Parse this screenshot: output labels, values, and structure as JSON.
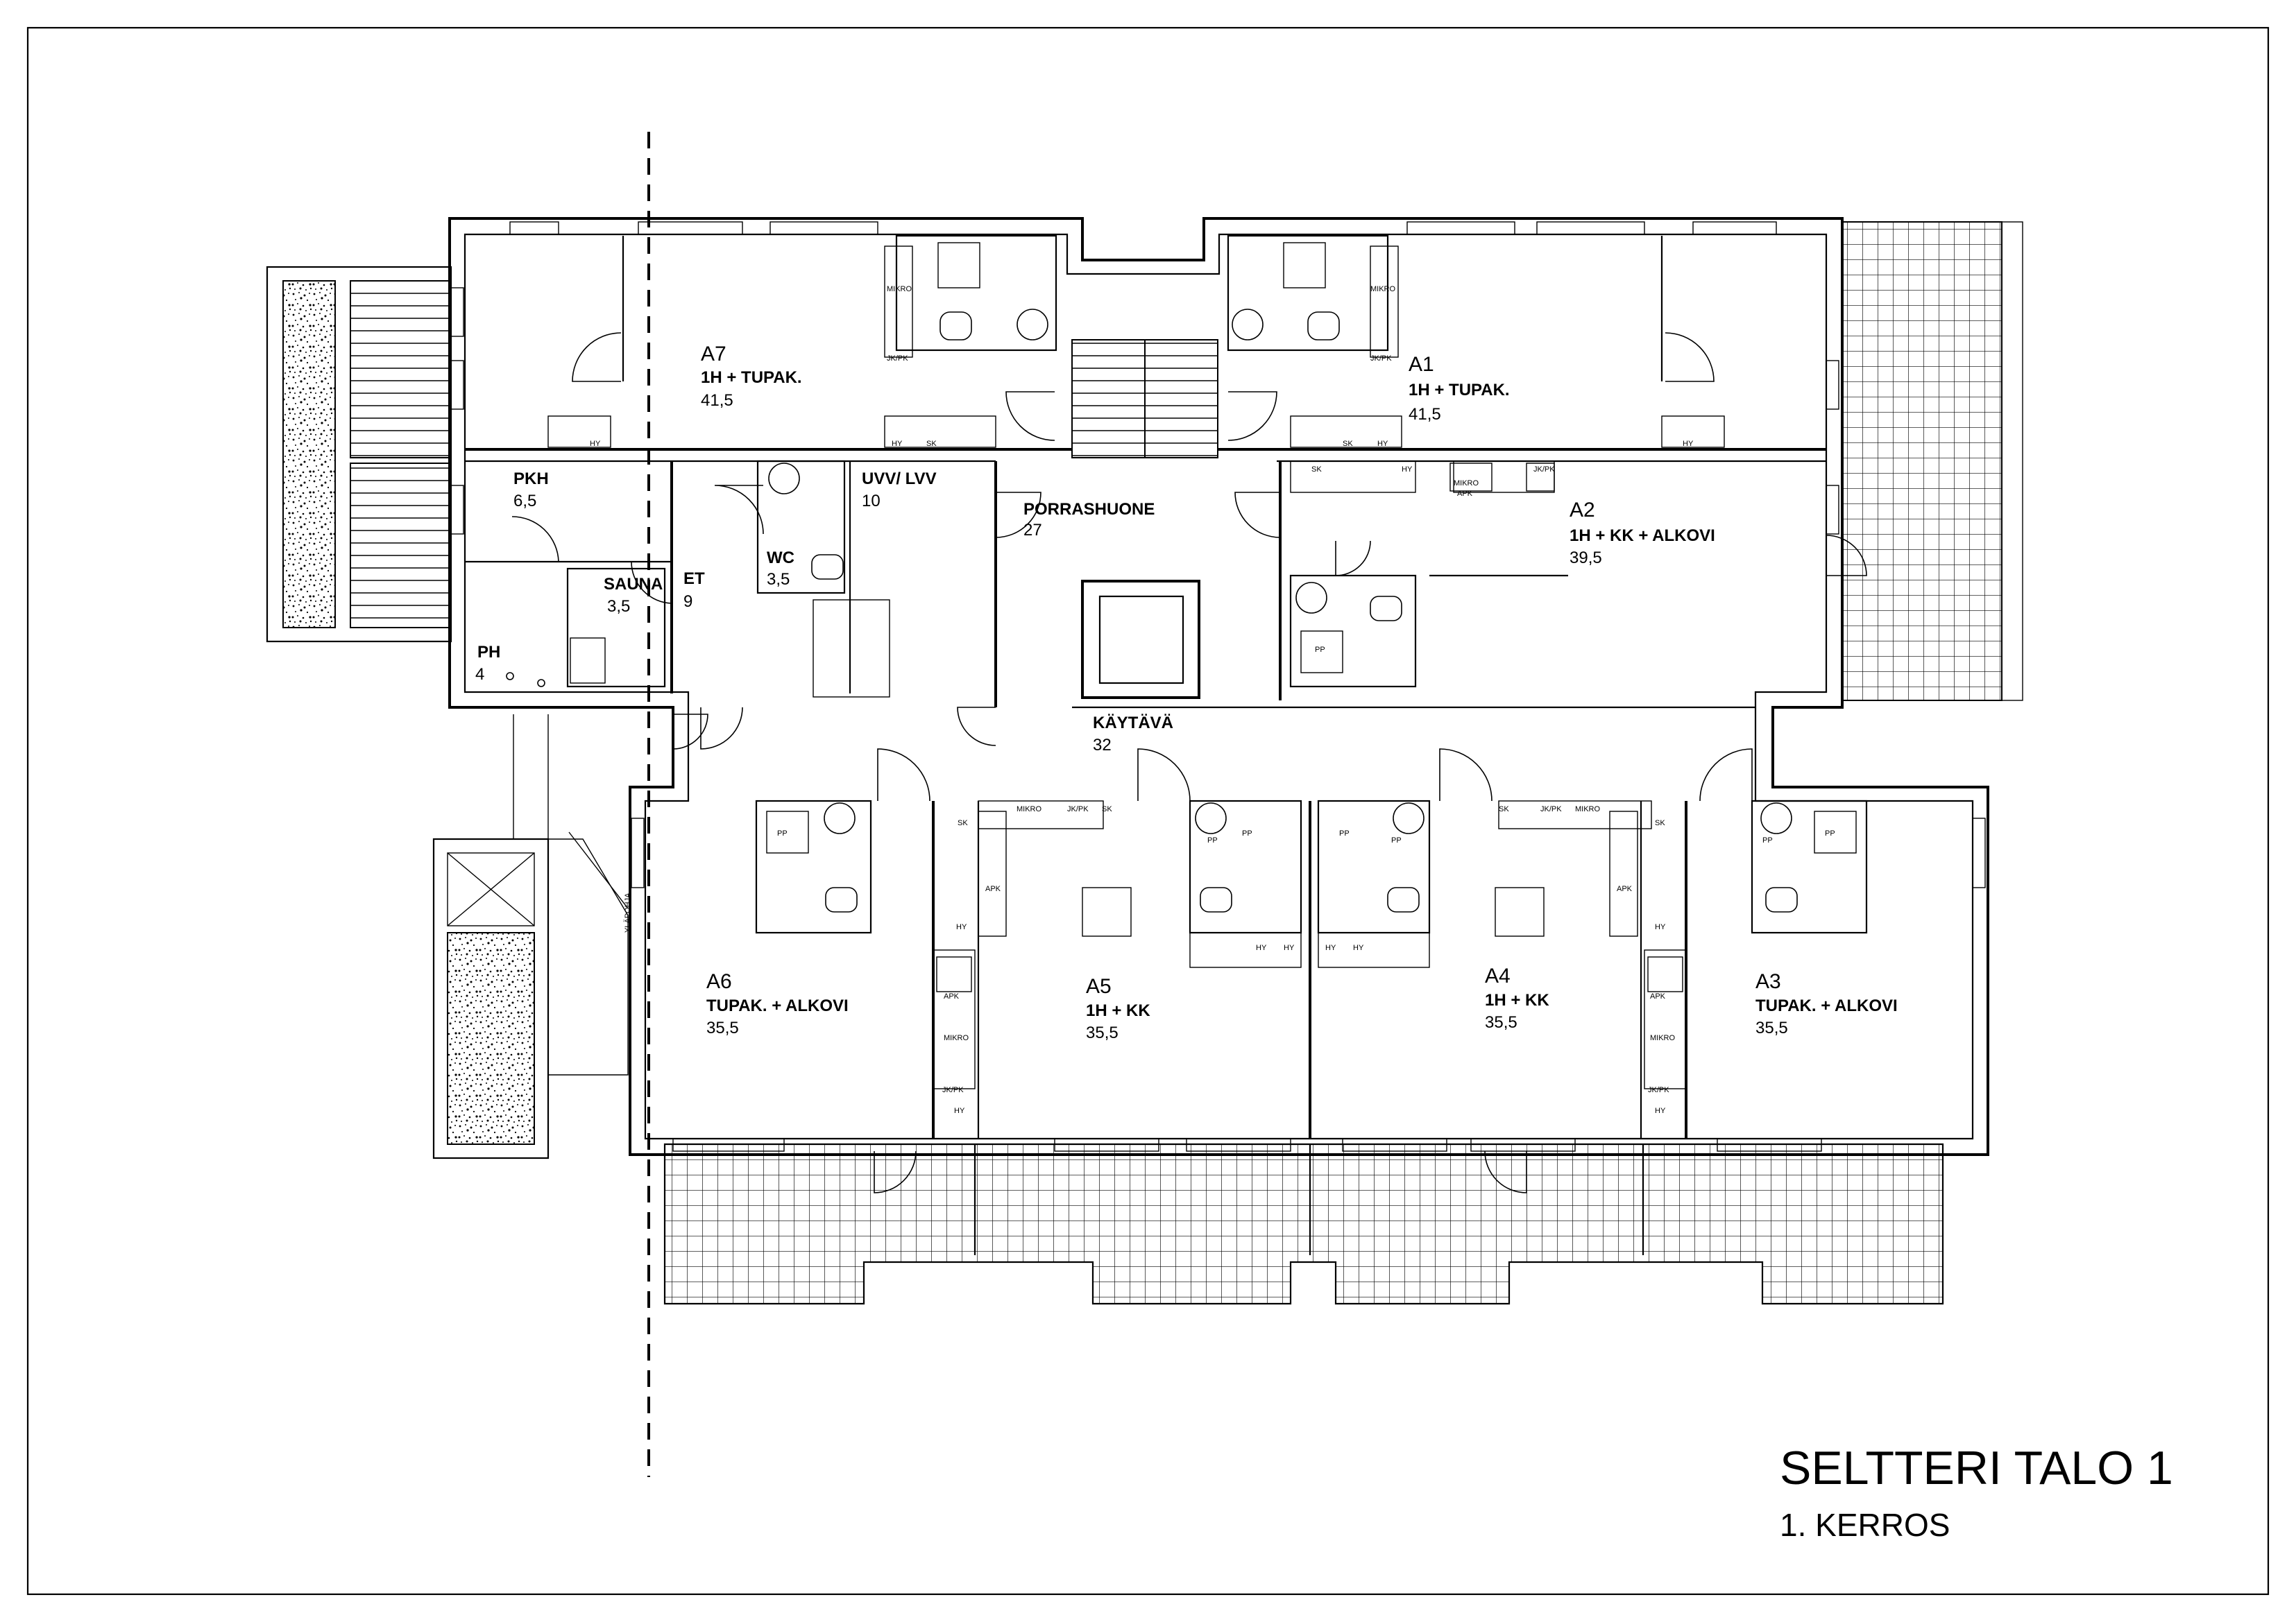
{
  "title": {
    "main": "SELTTERI TALO 1",
    "sub": "1. KERROS"
  },
  "colors": {
    "ink": "#000000",
    "paper": "#ffffff"
  },
  "apartments": [
    {
      "id": "A7",
      "code": "A7",
      "type": "1H + TUPAK.",
      "area": "41,5"
    },
    {
      "id": "A1",
      "code": "A1",
      "type": "1H + TUPAK.",
      "area": "41,5"
    },
    {
      "id": "A2",
      "code": "A2",
      "type": "1H + KK + ALKOVI",
      "area": "39,5"
    },
    {
      "id": "A6",
      "code": "A6",
      "type": "TUPAK. + ALKOVI",
      "area": "35,5"
    },
    {
      "id": "A5",
      "code": "A5",
      "type": "1H + KK",
      "area": "35,5"
    },
    {
      "id": "A4",
      "code": "A4",
      "type": "1H + KK",
      "area": "35,5"
    },
    {
      "id": "A3",
      "code": "A3",
      "type": "TUPAK. + ALKOVI",
      "area": "35,5"
    }
  ],
  "rooms": [
    {
      "id": "pkh",
      "name": "PKH",
      "area": "6,5"
    },
    {
      "id": "sauna",
      "name": "SAUNA",
      "area": "3,5"
    },
    {
      "id": "ph",
      "name": "PH",
      "area": "4"
    },
    {
      "id": "et",
      "name": "ET",
      "area": "9"
    },
    {
      "id": "wc",
      "name": "WC",
      "area": "3,5"
    },
    {
      "id": "uvv",
      "name": "UVV/ LVV",
      "area": "10"
    },
    {
      "id": "porras",
      "name": "PORRASHUONE",
      "area": "27"
    },
    {
      "id": "kaytava",
      "name": "KÄYTÄVÄ",
      "area": "32"
    }
  ],
  "fixture_labels": {
    "hy": "HY",
    "sk": "SK",
    "jkpk": "JK/PK",
    "mikro": "MIKRO",
    "apk": "APK",
    "pp": "PP",
    "ylapohja": "YLÄPOHJA"
  },
  "icons": [
    "door-swing-icon",
    "toilet-icon",
    "sink-icon",
    "shower-icon",
    "stove-icon",
    "elevator-icon"
  ]
}
